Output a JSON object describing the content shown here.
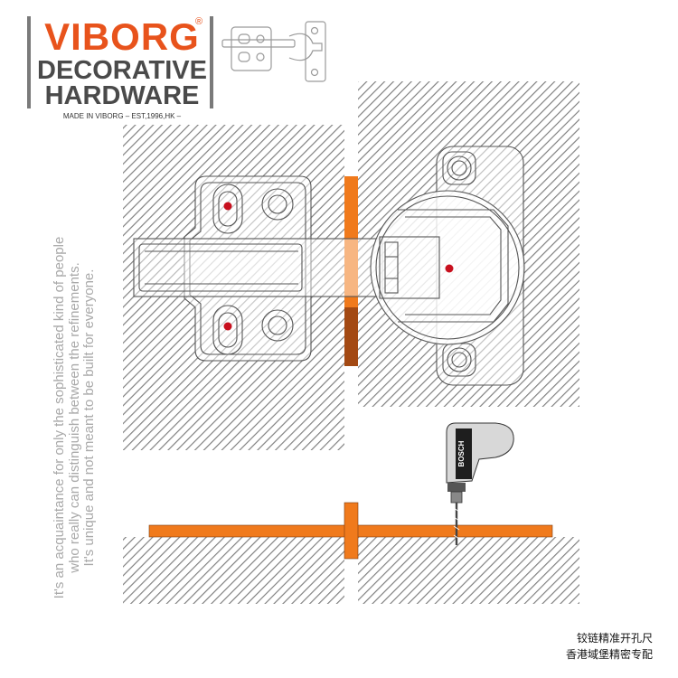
{
  "brand": {
    "name": "VIBORG",
    "registered_mark": "®",
    "line2": "DECORATIVE",
    "line3": "HARDWARE",
    "tagline": "MADE IN VIBORG – EST,1996,HK –"
  },
  "colors": {
    "accent_orange": "#f07a1c",
    "logo_orange": "#e8531c",
    "edge_brown": "#8a3a10",
    "drill_point_red": "#c8101e",
    "hatch_gray": "#7d7d7d",
    "outline_gray": "#555555"
  },
  "icons": [
    "hinge-thumbnail-icon",
    "power-drill-icon"
  ],
  "drill_brand_text": "BOSCH",
  "slogan": {
    "line1": "It's an acquaintance for only the sophisticated kind of people",
    "line2": "who really can distinguish between the refinements.",
    "line3": "It's unique and not meant to be built for everyone."
  },
  "caption": {
    "line1": "铰链精准开孔尺",
    "line2": "香港域堡精密专配"
  }
}
